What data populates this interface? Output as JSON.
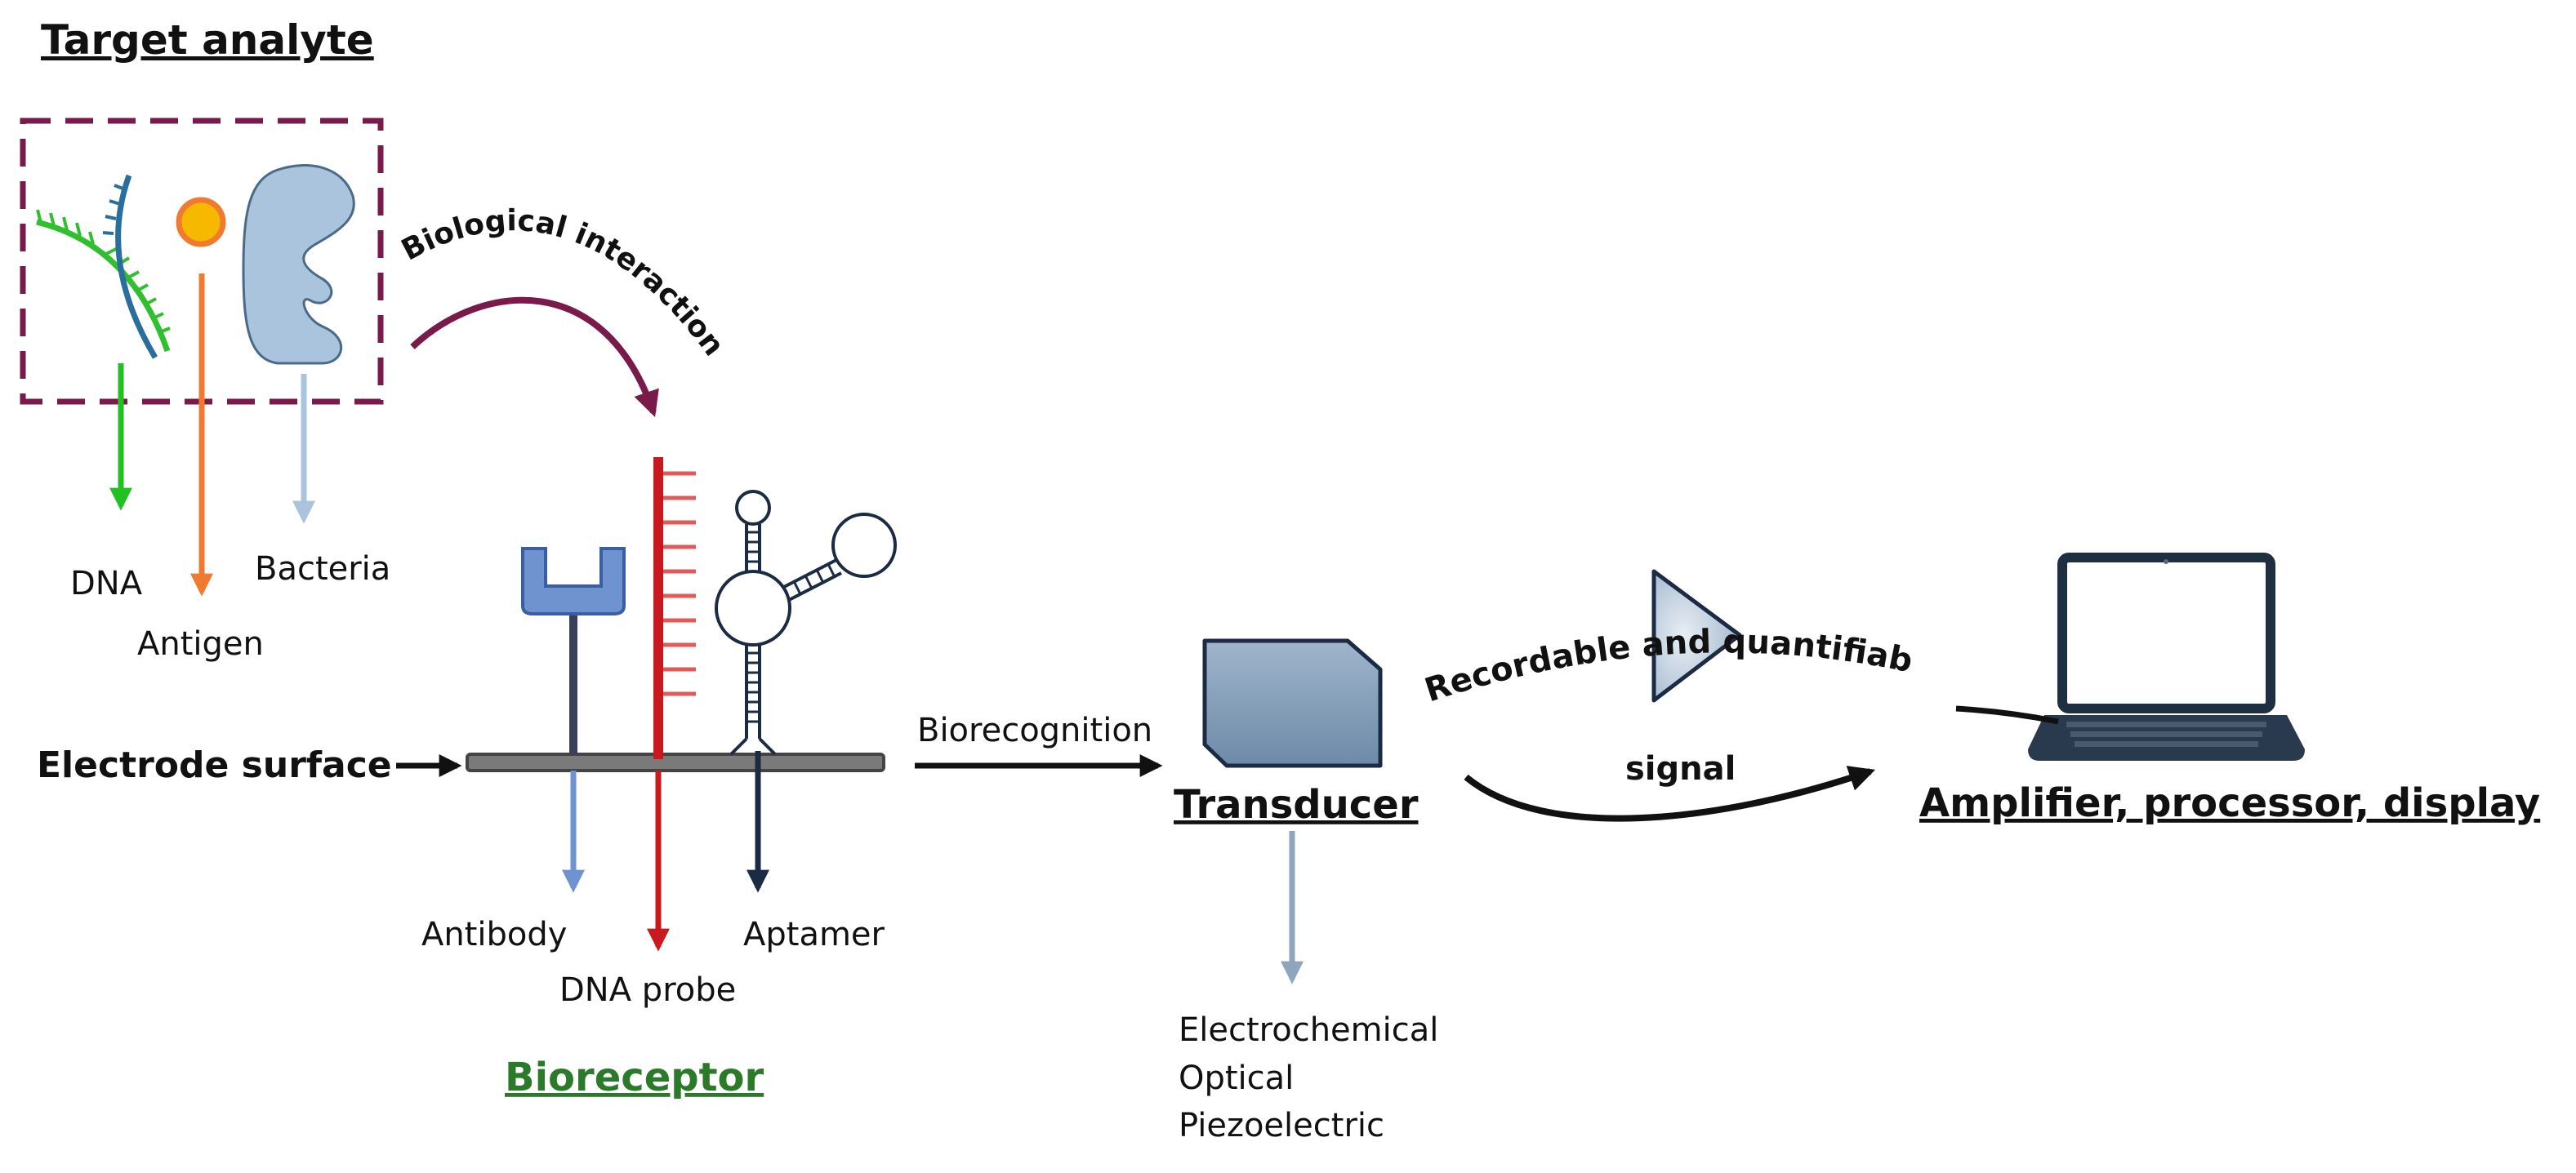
{
  "labels": {
    "target_analyte": "Target analyte",
    "biological_interaction": "Biological interaction",
    "dna": "DNA",
    "antigen": "Antigen",
    "bacteria": "Bacteria",
    "electrode_surface": "Electrode surface",
    "antibody": "Antibody",
    "dna_probe": "DNA probe",
    "aptamer": "Aptamer",
    "bioreceptor": "Bioreceptor",
    "biorecognition": "Biorecognition",
    "transducer": "Transducer",
    "transducer_types": [
      "Electrochemical",
      "Optical",
      "Piezoelectric"
    ],
    "signal_line1": "Recordable and quantifiable",
    "signal_line2": "signal",
    "amplifier": "Amplifier, processor, display"
  },
  "colors": {
    "dashed_box": "#7a1a4a",
    "dna_green": "#2fbf2f",
    "dna_blue_strand": "#2a6e9e",
    "antigen_orange": "#f07a30",
    "antigen_yellow": "#f7b800",
    "bacteria_blue": "#a9c4dc",
    "antibody_blue": "#6f93cf",
    "dna_probe_red": "#c8191f",
    "aptamer_navy": "#1c2b44",
    "transducer_fill": "#7f9bb6",
    "bioreceptor_green": "#2a7a2a",
    "laptop_dark": "#1f2f42"
  },
  "icons": [
    "dna-icon",
    "antigen-icon",
    "bacteria-icon",
    "antibody-icon",
    "dna-probe-icon",
    "aptamer-icon",
    "transducer-icon",
    "amplifier-triangle-icon",
    "laptop-icon"
  ]
}
